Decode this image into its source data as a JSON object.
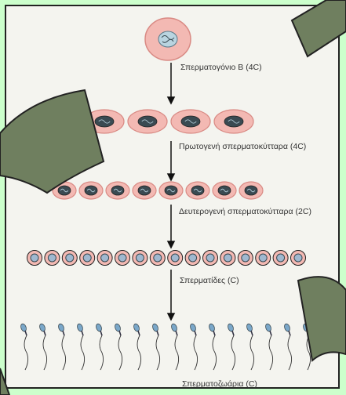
{
  "stages": [
    {
      "label": "Σπερματογόνιο Β (4C)",
      "cell_count": 1
    },
    {
      "label": "Πρωτογενή σπερματοκύτταρα (4C)",
      "cell_count": 4
    },
    {
      "label": "Δευτερογενή σπερματοκύτταρα (2C)",
      "cell_count": 8
    },
    {
      "label": "Σπερματίδες (C)",
      "cell_count": 16
    },
    {
      "label": "Σπερματοζωάρια (C)",
      "cell_count": 16
    }
  ],
  "colors": {
    "background": "#ccffcc",
    "panel": "#f4f4ef",
    "cell_fill": "#f3b9b3",
    "cell_stroke": "#d98a84",
    "nucleus_fill": "#3a4a52",
    "decor_shape": "#6f7f5f"
  }
}
